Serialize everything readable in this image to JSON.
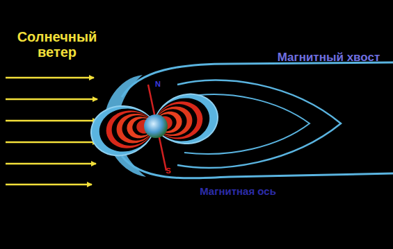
{
  "diagram": {
    "labels": [
      "Солнечный ветер",
      "Магнитный хвост",
      "N",
      "S",
      "Магнитная ось"
    ]
  }
}
